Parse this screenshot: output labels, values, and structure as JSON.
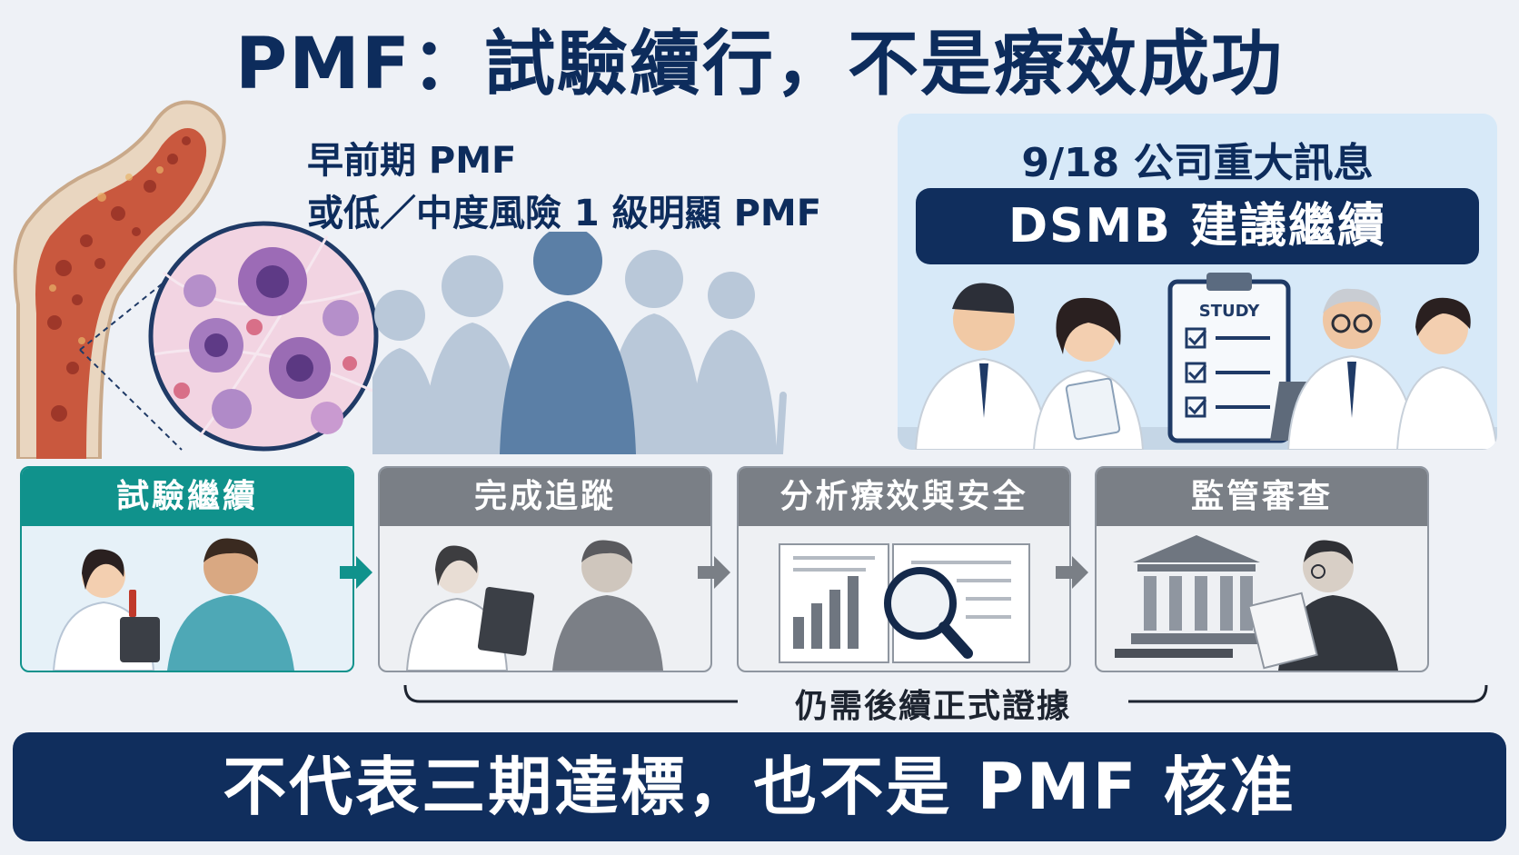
{
  "title": "PMF：試驗續行，不是療效成功",
  "left": {
    "line1": "早前期 PMF",
    "line2": "或低／中度風險 1 級明顯 PMF"
  },
  "panel": {
    "date": "9/18 公司重大訊息",
    "pill": "DSMB 建議繼續",
    "clipboard_label": "STUDY"
  },
  "steps": [
    {
      "label": "試驗繼續"
    },
    {
      "label": "完成追蹤"
    },
    {
      "label": "分析療效與安全"
    },
    {
      "label": "監管審查"
    }
  ],
  "bracket_label": "仍需後續正式證據",
  "banner": "不代表三期達標，也不是 PMF 核准",
  "colors": {
    "navy": "#102e5d",
    "teal": "#10928c",
    "gray": "#7a7f86",
    "panel_bg": "#d7e9f8"
  }
}
